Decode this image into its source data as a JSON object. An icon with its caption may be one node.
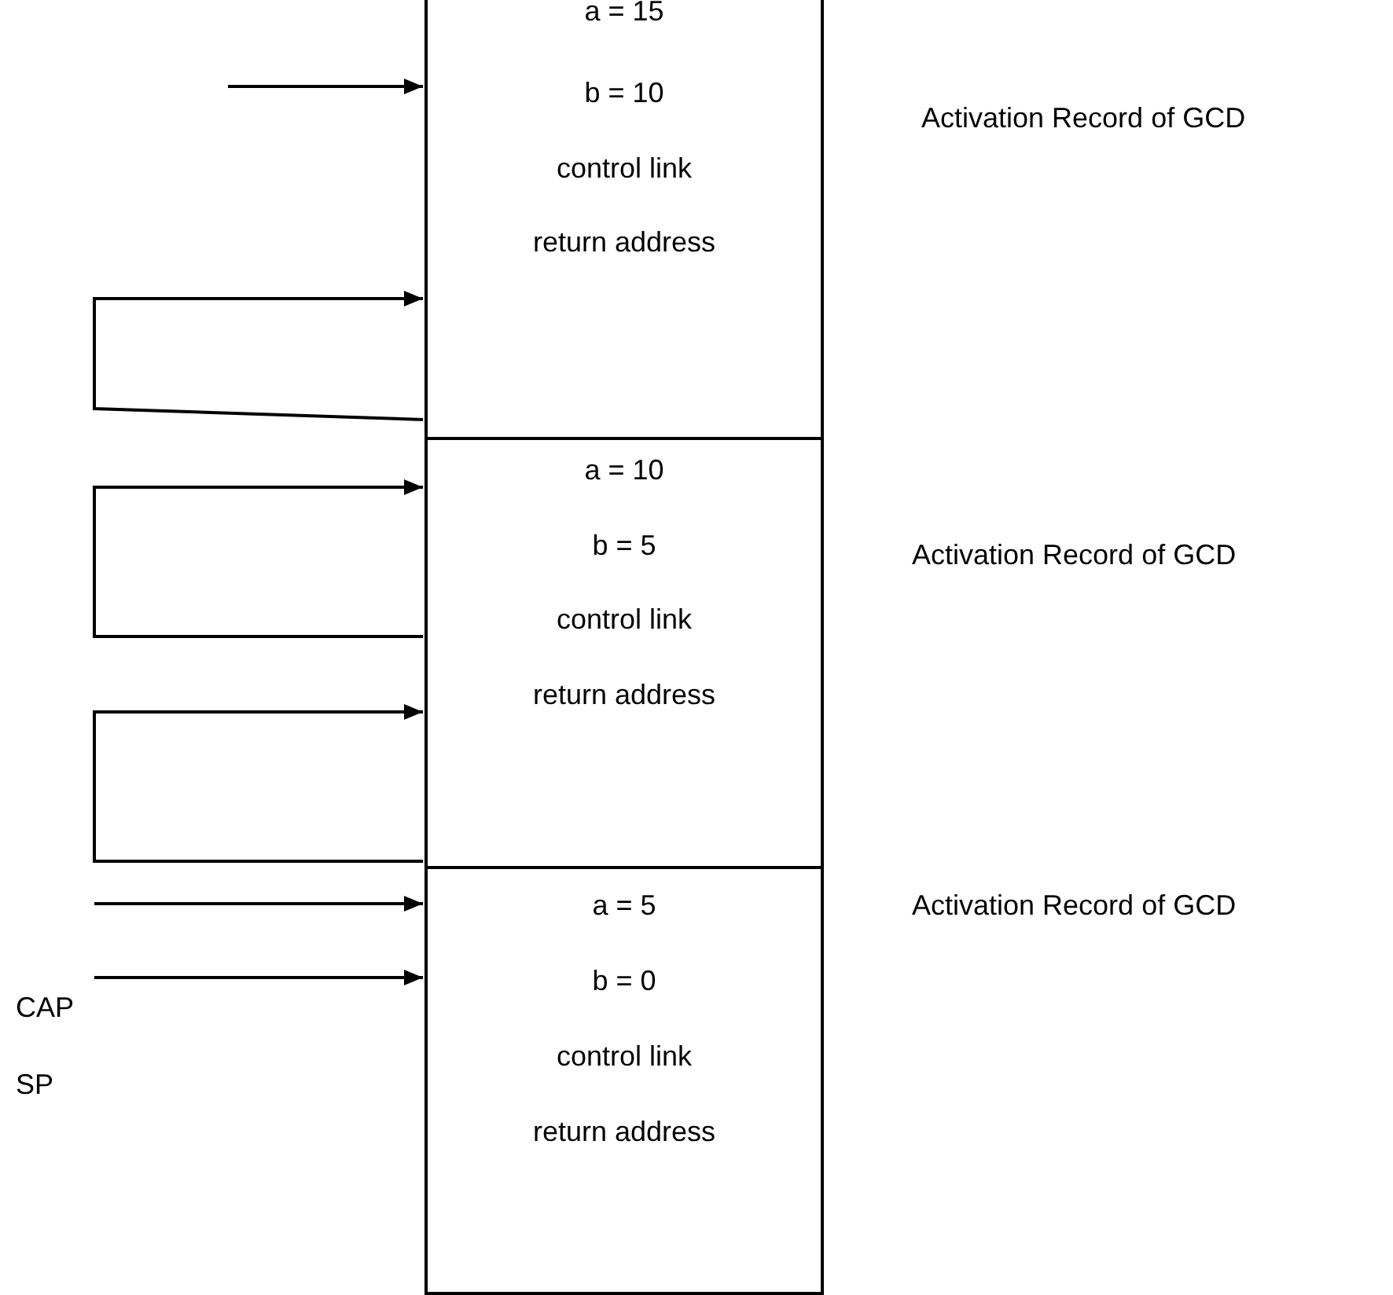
{
  "diagram": {
    "nodes": [
      {
        "text": [
          "a = 15",
          "b = 10",
          "control link",
          "return address"
        ],
        "beside": [
          "Activation Record of GCD"
        ]
      },
      {
        "text": [
          "a = 10",
          "b = 5",
          "control link",
          "return address"
        ],
        "beside": [
          "Activation Record of GCD"
        ]
      },
      {
        "text": [
          "a = 5",
          "b = 0",
          "control link",
          "return address"
        ],
        "beside": [
          "Activation Record of GCD"
        ]
      }
    ],
    "edges": [
      {
        "from": null,
        "to": 0,
        "arrow": "to"
      },
      {
        "from": 0,
        "to": 0,
        "arrow": "to"
      },
      {
        "from": 1,
        "to": 1,
        "arrow": "to"
      },
      {
        "from": 1,
        "to": 1,
        "arrow": "to"
      },
      {
        "from": null,
        "to": 2,
        "arrow": "to"
      },
      {
        "from": null,
        "to": 2,
        "arrow": "to"
      }
    ],
    "labels": [
      "CAP",
      "SP"
    ]
  }
}
